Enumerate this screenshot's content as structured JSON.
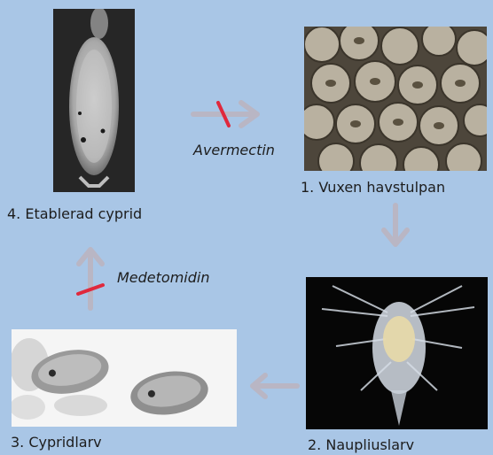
{
  "stages": {
    "adult": "1. Vuxen havstulpan",
    "nauplius": "2. Naupliuslarv",
    "cypris": "3. Cypridlarv",
    "settled": "4. Etablerad cyprid"
  },
  "inhibitors": {
    "top": "Avermectin",
    "left": "Medetomidin"
  },
  "colors": {
    "background": "#a9c6e6",
    "arrow": "#b9b6c4",
    "block_mark": "#e0283c"
  }
}
